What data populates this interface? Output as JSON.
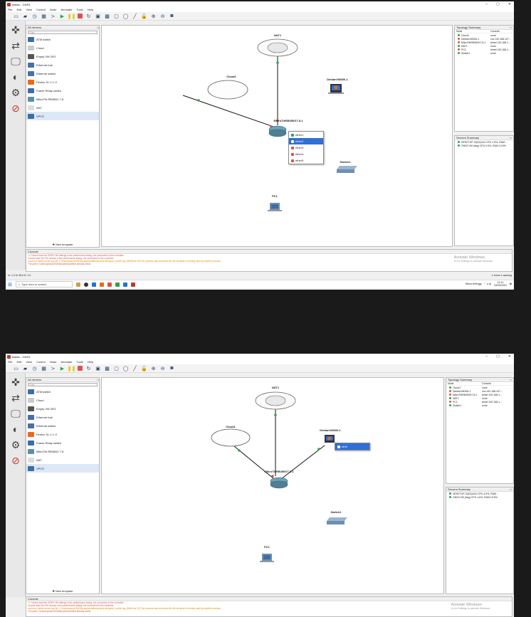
{
  "window": {
    "title": "dafian - GNS3",
    "minimize": "–",
    "maximize": "▢",
    "close": "✕"
  },
  "menu": [
    "File",
    "Edit",
    "View",
    "Control",
    "Node",
    "Annotate",
    "Tools",
    "Help"
  ],
  "devices": {
    "header": "All devices",
    "filter_placeholder": "Filter",
    "items": [
      {
        "label": "ATM switch",
        "color": "#3a6ea5"
      },
      {
        "label": "Cloud",
        "color": "#cccccc"
      },
      {
        "label": "Empty VM 3SG",
        "color": "#555555"
      },
      {
        "label": "Ethernet hub",
        "color": "#4a6fa5"
      },
      {
        "label": "Ethernet switch",
        "color": "#4a6fa5"
      },
      {
        "label": "Firefox 31.1.1~2",
        "color": "#e86a1a"
      },
      {
        "label": "Frame Relay switch",
        "color": "#3a6ea5"
      },
      {
        "label": "MikroTik RB450G 7.8",
        "color": "#5b8fa8"
      },
      {
        "label": "NAT",
        "color": "#dddddd"
      },
      {
        "label": "VPCS",
        "color": "#3a6ea5"
      }
    ],
    "new_template": "New template"
  },
  "nodes": {
    "nat": "NAT1",
    "cloud": "Cloud1",
    "debian": "DebianVM306-1",
    "mikrotik": "MikroTikRB450G7.8-1",
    "switch": "Switch1",
    "pc": "PC1"
  },
  "context_menu": {
    "items": [
      "ether1",
      "ether2",
      "ether3",
      "ether4",
      "ether5"
    ],
    "selected_index": 1
  },
  "debian_interface_menu": {
    "item": "eth0"
  },
  "topology": {
    "header": "Topology Summary",
    "col_node": "Node",
    "col_console": "Console",
    "rows_1": [
      {
        "node": "Cloud1",
        "console": "none",
        "color": "#2ea44f"
      },
      {
        "node": "DebianVM306-1",
        "console": "vnc 192.168.107...",
        "color": "#d9534f"
      },
      {
        "node": "MikroTikRB450G7.8-1",
        "console": "telnet 192.168.1...",
        "color": "#d9534f"
      },
      {
        "node": "NAT1",
        "console": "none",
        "color": "#2ea44f"
      },
      {
        "node": "PC1",
        "console": "telnet 192.168.1...",
        "color": "#d9534f"
      },
      {
        "node": "Switch1",
        "console": "none",
        "color": "#2ea44f"
      }
    ],
    "rows_2": [
      {
        "node": "Cloud1",
        "console": "none",
        "color": "#2ea44f"
      },
      {
        "node": "DebianVM306-1",
        "console": "vnc 192.168.107...",
        "color": "#d9534f"
      },
      {
        "node": "MikroTikRB450G7.8-1",
        "console": "telnet 192.168.1...",
        "color": "#d9534f"
      },
      {
        "node": "NAT1",
        "console": "none",
        "color": "#2ea44f"
      },
      {
        "node": "PC1",
        "console": "telnet 192.168.1...",
        "color": "#d9534f"
      },
      {
        "node": "Switch1",
        "console": "none",
        "color": "#2ea44f"
      }
    ]
  },
  "servers": {
    "header": "Servers Summary",
    "rows_1": [
      "DESKTOP-2QDQ4JU CPU 1.6%, RAM ...",
      "GNS3 VM (deg) CPU 0.5%, RAM 19.5%"
    ],
    "rows_2": [
      "DESKTOP-2QDQ4JU CPU 4.6%, RAM ...",
      "GNS3 VM (deg) CPU 1.6%, RAM 19.5%"
    ]
  },
  "console": {
    "header": "Console",
    "lines": [
      "=> Cannot load the GNS3 VM settings in the preferences dialog: not connected to the controller",
      "Cannot load the SSL license in the preferences dialog: not connected to the controller",
      "could not delete server.log file: C:\\Users\\ysusu\\GNS3\\projects\\dafian\\project-files\\gns3_server.log: [WinError 32] The process cannot access the file because it is being used by another process",
      "The path C:\\Users\\ysusu\\GNS3\\projects\\untitled already exists"
    ]
  },
  "activate": {
    "title": "Activate Windows",
    "sub": "Go to Settings to activate Windows."
  },
  "status": {
    "left": "In: 1.0 Kr 35.6 D: 1.0",
    "right": "1 errors 1 warning"
  },
  "taskbar": {
    "search": "Type here to search",
    "tray_text": "Rekor tertinggi",
    "time": "12:14",
    "date": "04/09/2024"
  }
}
